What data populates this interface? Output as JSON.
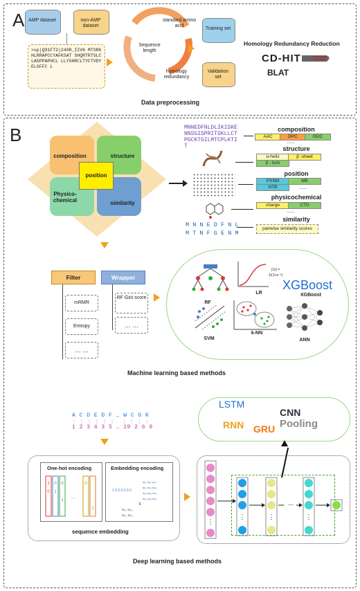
{
  "panelA": {
    "letter": "A",
    "amp_dataset": "AMP dataset",
    "non_amp_dataset": "non-AMP dataset",
    "sequence": ">sp|Q91FT2|240R_IIV6 MTSRGHLRRAPCCYAFKSAT SHQRTRTSLCLASPPAPHCL LLYSHRCLTYFTVDYELSFFC L",
    "cycle": [
      "standard amino acid",
      "Sequence length",
      "homology redundancy"
    ],
    "training_set": "Training set",
    "validation_set": "Validation set",
    "homology_title": "Homology Redundancy Reduction",
    "cdhit": "CD-HIT",
    "cdhit_sub": "Representative Sequences",
    "blat": "BLAT",
    "caption": "Data preprocessing"
  },
  "panelB": {
    "letter": "B",
    "quadrants": [
      "composition",
      "structure",
      "position",
      "Physico-chemical",
      "similarity"
    ],
    "seq_letters_top": "MNNEDFNLDLIKISKE NNSGISPRITSKLLCT PGCKTGILMTCPLKTI T",
    "seq_letters_bottom": [
      "M N N E D F N L",
      "M T N F G E N M"
    ],
    "features": {
      "composition": {
        "title": "composition",
        "tags": [
          "AAC",
          "DPC",
          "GDC"
        ]
      },
      "structure": {
        "title": "structure",
        "tags": [
          "α-helix",
          "β -sheet",
          "β - turn"
        ]
      },
      "position": {
        "title": "position",
        "tags": [
          "PSSM",
          "MB",
          "NTB"
        ]
      },
      "physicochemical": {
        "title": "physicochemical",
        "tags": [
          "charge",
          "CTD"
        ]
      },
      "similarity": {
        "title": "similarity",
        "tags": [
          "pairwise similarity scores"
        ]
      }
    },
    "ellipsis": "......",
    "filter": {
      "title": "Filter",
      "items": [
        "mRMR",
        "Entropy",
        "… …"
      ]
    },
    "wrapper": {
      "title": "Wrapper",
      "items": [
        "RF Gini score",
        "… …"
      ]
    },
    "models": {
      "rf": "RF",
      "lr": "LR",
      "xgboost_big": "XGBoost",
      "xgboost": "XGBoost",
      "svm": "SVM",
      "knn": "k-NN",
      "ann": "ANN"
    },
    "ml_caption": "Machine learning based methods",
    "dl_words": [
      "LSTM",
      "CNN",
      "RNN",
      "GRU",
      "Pooling"
    ],
    "letters_seq": "A C D E D F … W C G K",
    "numbers_seq": "1 2 3 4 3 5 … 19 2 6 9",
    "onehot": "One-hot encoding",
    "embedding": "Embedding encoding",
    "embed_caption": "sequence embedding",
    "dl_caption": "Deep learning based methods",
    "colors": {
      "orange": "#f0a020",
      "blue": "#4a7fc1",
      "green": "#86cf6a",
      "yellow": "#ffee00"
    }
  }
}
